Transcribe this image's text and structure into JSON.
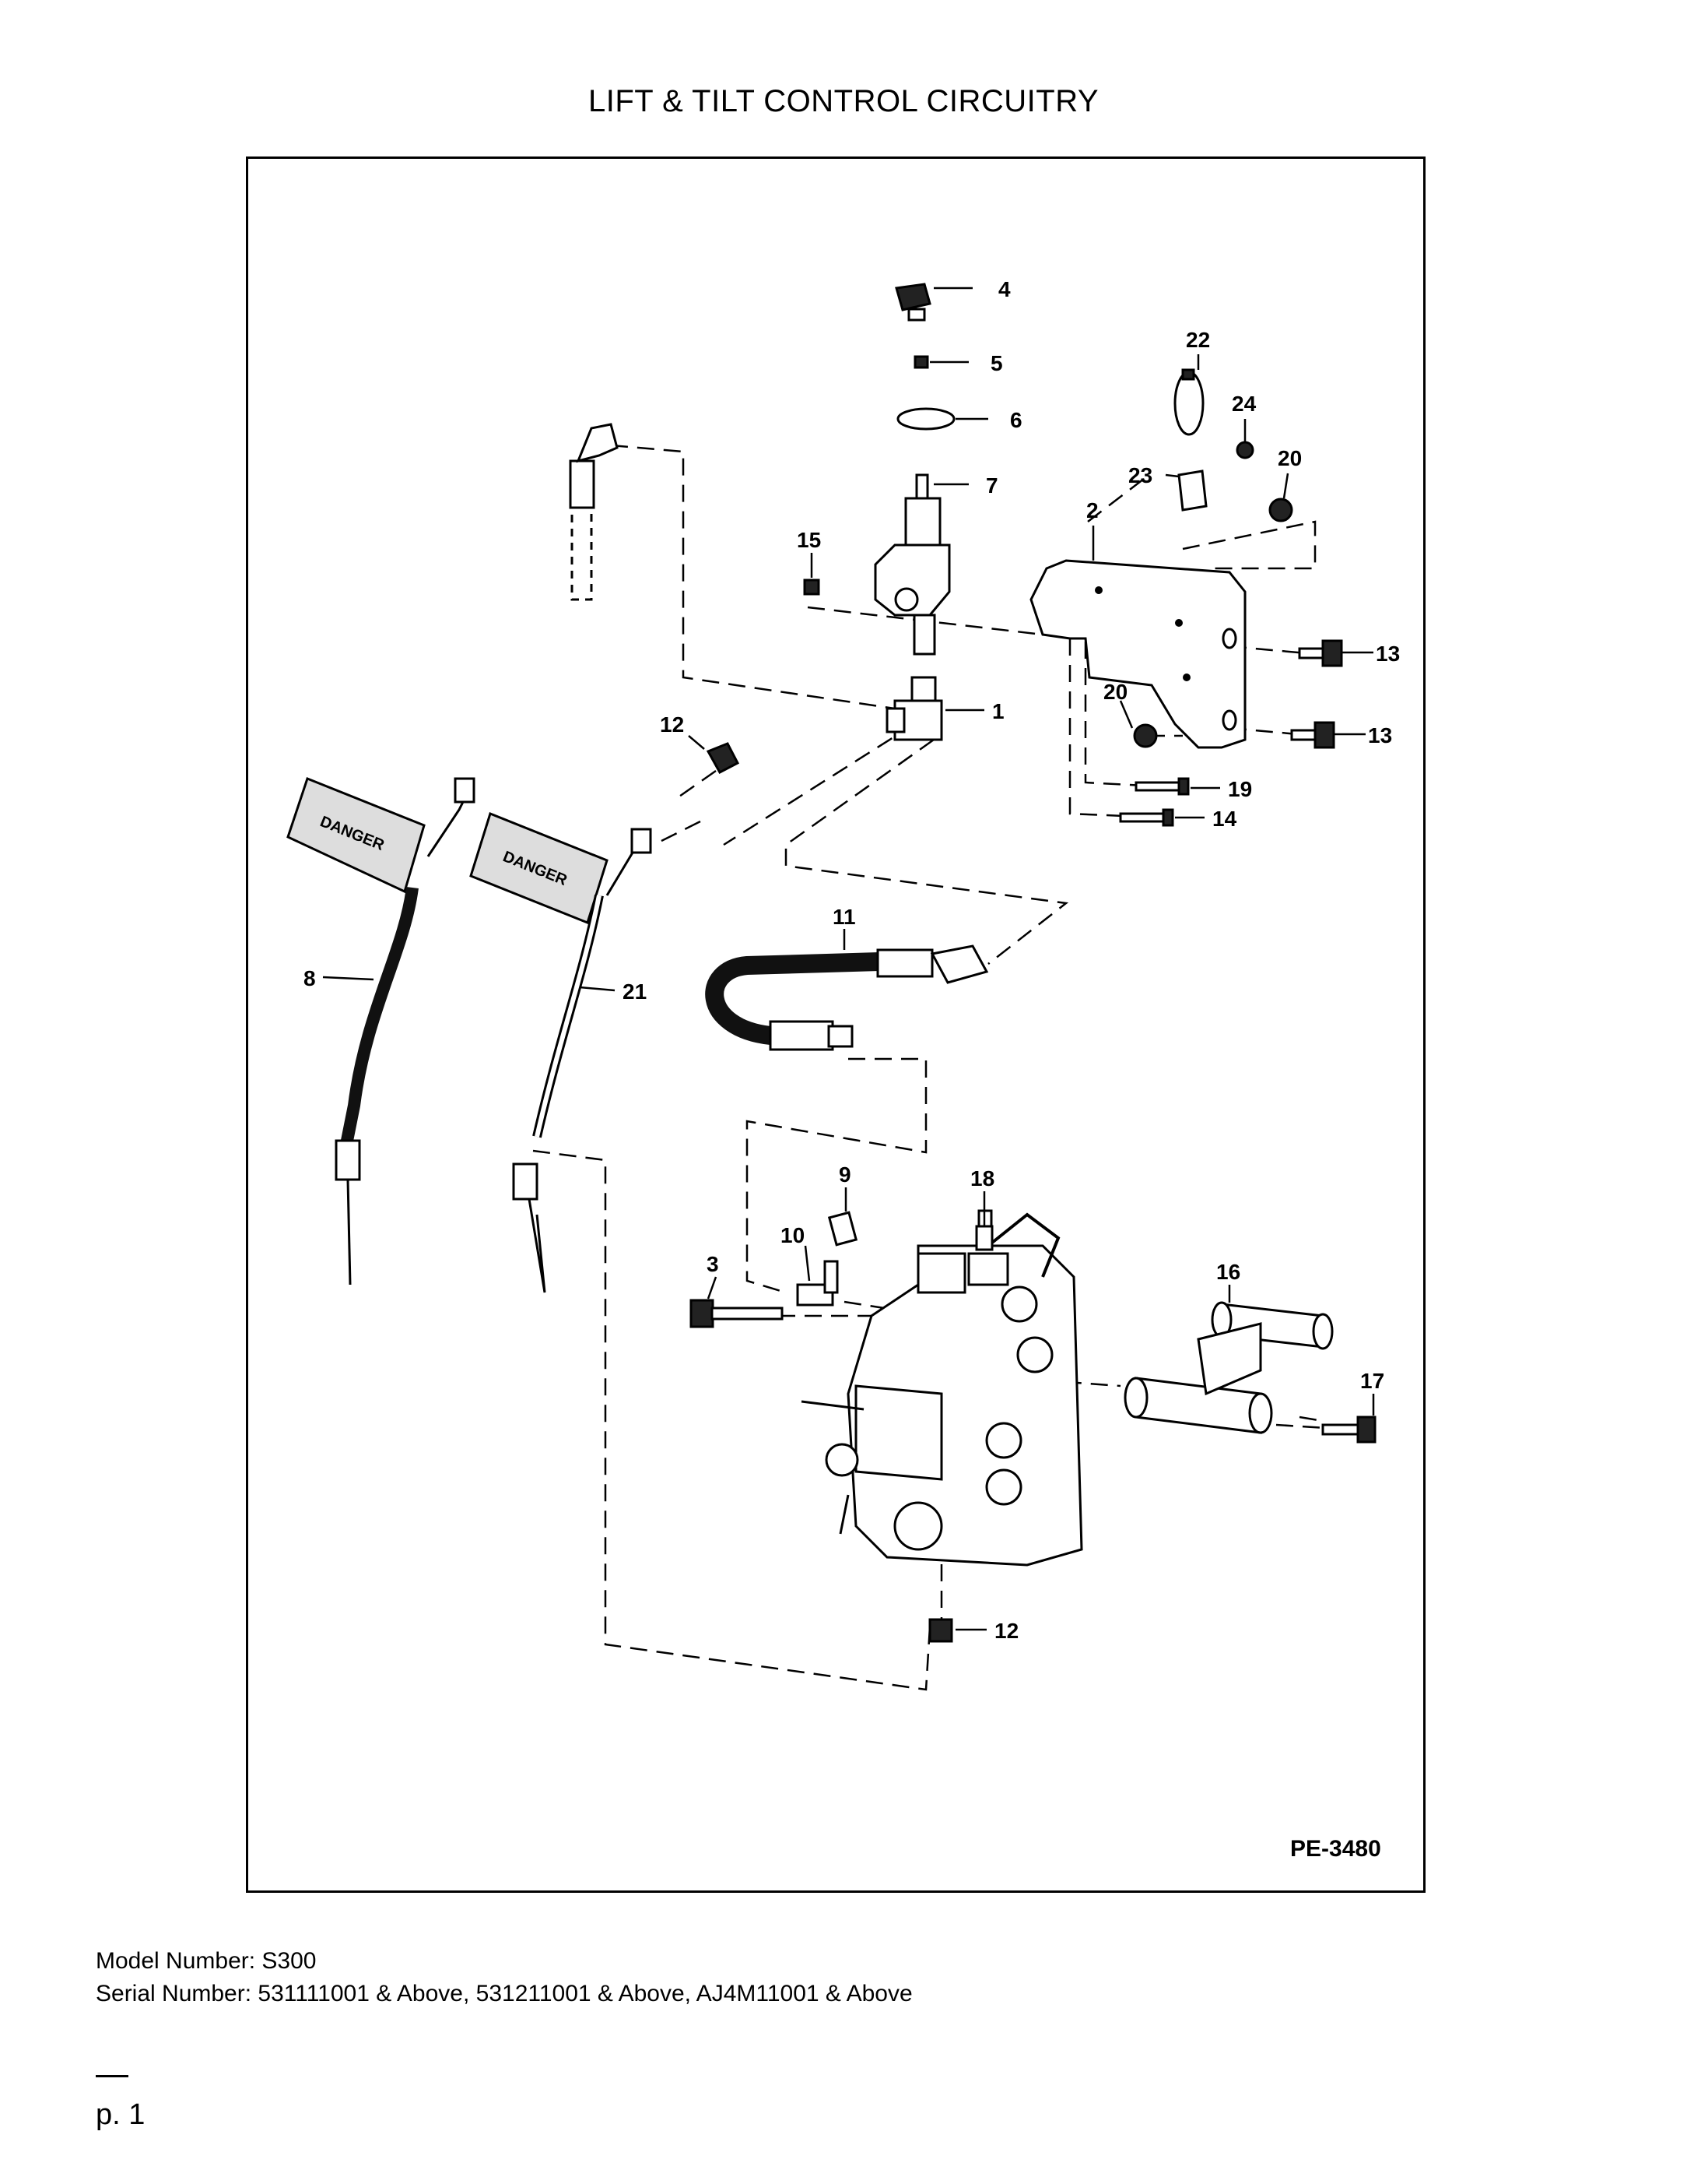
{
  "page": {
    "title": "LIFT & TILT CONTROL CIRCUITRY",
    "drawing_code": "PE-3480",
    "model_line": "Model Number: S300",
    "serial_line": "Serial Number: 531111001 & Above, 531211001 & Above, AJ4M11001 & Above",
    "page_number": "p. 1"
  },
  "diagram": {
    "callouts": {
      "c4": "4",
      "c5": "5",
      "c6": "6",
      "c7": "7",
      "c22": "22",
      "c24": "24",
      "c23": "23",
      "c20a": "20",
      "c2": "2",
      "c15": "15",
      "c13a": "13",
      "c1": "1",
      "c20b": "20",
      "c13b": "13",
      "c12a": "12",
      "c19": "19",
      "c14": "14",
      "c11": "11",
      "c8": "8",
      "c21": "21",
      "c9": "9",
      "c18": "18",
      "c10": "10",
      "c3": "3",
      "c16": "16",
      "c17": "17",
      "c12b": "12"
    },
    "decal_text": "DANGER"
  }
}
